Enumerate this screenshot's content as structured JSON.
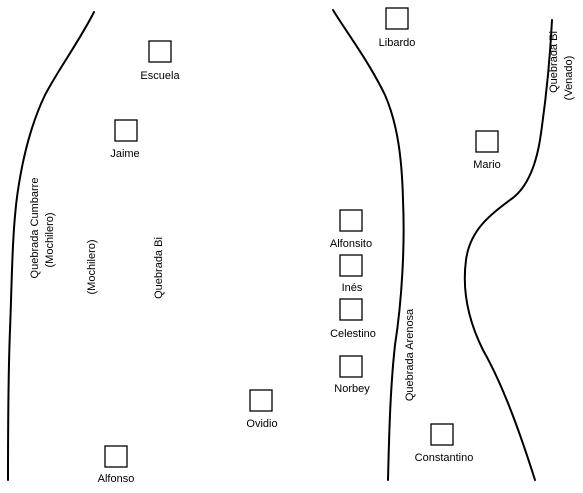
{
  "map": {
    "houses": [
      {
        "id": "libardo",
        "label": "Libardo"
      },
      {
        "id": "escuela",
        "label": "Escuela"
      },
      {
        "id": "jaime",
        "label": "Jaime"
      },
      {
        "id": "mario",
        "label": "Mario"
      },
      {
        "id": "alfonsito",
        "label": "Alfonsito"
      },
      {
        "id": "ines",
        "label": "Inés"
      },
      {
        "id": "celestino",
        "label": "Celestino"
      },
      {
        "id": "norbey",
        "label": "Norbey"
      },
      {
        "id": "ovidio",
        "label": "Ovidio"
      },
      {
        "id": "constantino",
        "label": "Constantino"
      },
      {
        "id": "alfonso",
        "label": "Alfonso"
      }
    ],
    "streams": {
      "cumbarre_name": "Quebrada Cumbarre",
      "cumbarre_alt": "(Mochilero)",
      "mochilero_label": "(Mochilero)",
      "bi_center": "Quebrada Bi",
      "arenosa": "Quebrada Arenosa",
      "bi_right_name": "Quebrada Bi",
      "bi_right_alt": "(Venado)"
    }
  }
}
